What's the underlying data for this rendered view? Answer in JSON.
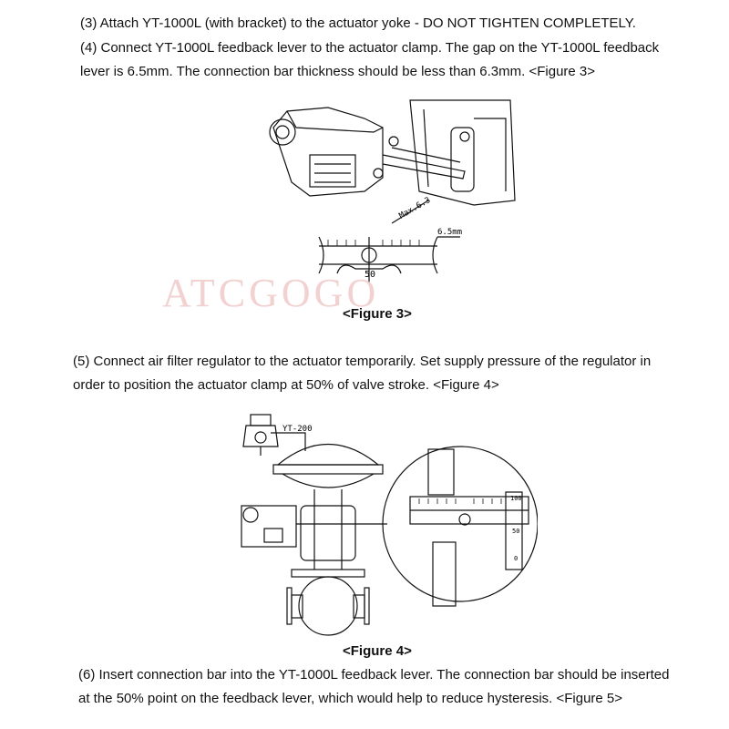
{
  "steps": {
    "step3": "(3) Attach YT-1000L (with bracket) to the actuator yoke - DO NOT TIGHTEN COMPLETELY.",
    "step4_line1": "(4) Connect YT-1000L feedback lever to the actuator clamp.  The gap on the YT-1000L feedback",
    "step4_line2": "lever is 6.5mm.  The connection bar thickness should be less than 6.3mm.  <Figure 3>",
    "step5_line1": "(5) Connect air filter regulator to the actuator temporarily.  Set supply pressure of the regulator in",
    "step5_line2": "order to position the actuator clamp at 50% of valve stroke. <Figure 4>",
    "step6_line1": "(6) Insert connection bar into the YT-1000L feedback lever.  The connection bar should be inserted",
    "step6_line2": "at the 50% point on the feedback lever, which would help to reduce hysteresis. <Figure 5>"
  },
  "figure3": {
    "caption": "<Figure 3>",
    "label_gap": "6.5mm",
    "label_thickness": "Max.6.3",
    "label_50": "50"
  },
  "figure4": {
    "caption": "<Figure 4>",
    "label_regulator": "YT-200",
    "scale_labels": [
      "100",
      "50",
      "0"
    ]
  },
  "watermark": "ATCGOGO"
}
